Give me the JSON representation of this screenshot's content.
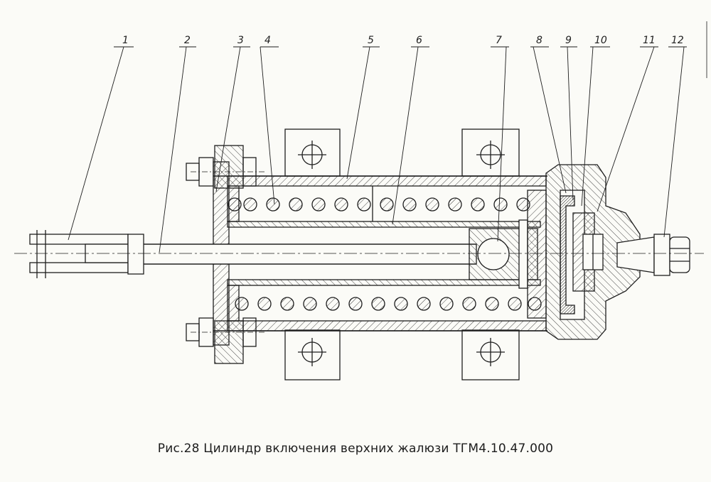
{
  "caption": "Рис.28 Цилиндр включения верхних жалюзи ТГМ4.10.47.000",
  "callouts": [
    "1",
    "2",
    "3",
    "4",
    "5",
    "6",
    "7",
    "8",
    "9",
    "10",
    "11",
    "12"
  ],
  "colors": {
    "ink": "#1e1e1e",
    "paper": "#fbfbf7"
  }
}
